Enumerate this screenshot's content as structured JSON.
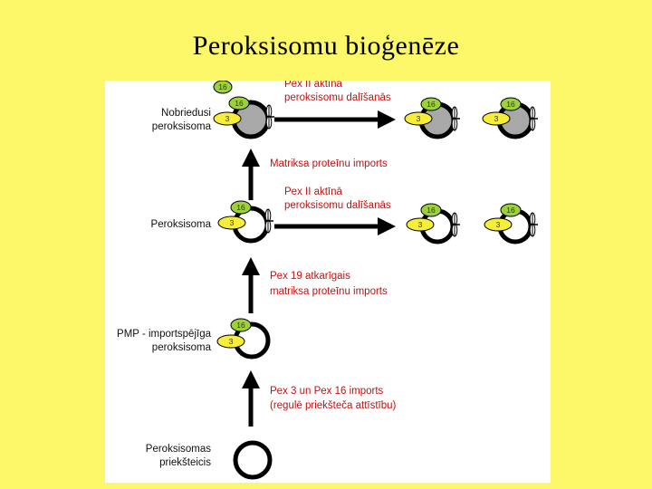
{
  "slide": {
    "title": "Peroksisomu bioģenēze"
  },
  "stages": [
    {
      "line1": "Nobriedusi",
      "line2": "peroksisoma"
    },
    {
      "line1": "Peroksisoma",
      "line2": ""
    },
    {
      "line1": "PMP - importspējīga",
      "line2": "peroksisoma"
    },
    {
      "line1": "Peroksisomas",
      "line2": "priekšteicis"
    }
  ],
  "transitions": [
    {
      "line1": "Pex II aktīnā",
      "line2": "peroksisomu dalīšanās"
    },
    {
      "line1": "Matriksa proteīnu imports",
      "line2": ""
    },
    {
      "line1": "Pex II aktīnā",
      "line2": "peroksisomu dalīšanās"
    },
    {
      "line1": "Pex 19 atkarīgais",
      "line2": "matriksa proteīnu imports"
    },
    {
      "line1": "Pex 3 un Pex 16 imports",
      "line2": "(regulē priekšteča attīstību)"
    }
  ],
  "badges": {
    "pex16": "16",
    "pex3": "3"
  },
  "colors": {
    "background": "#fdf76a",
    "panel": "#ffffff",
    "label_red": "#c41010",
    "pex16_green": "#9bd23a",
    "pex3_yellow": "#f7ee3a",
    "matrix_gray": "#a8a8a8"
  }
}
